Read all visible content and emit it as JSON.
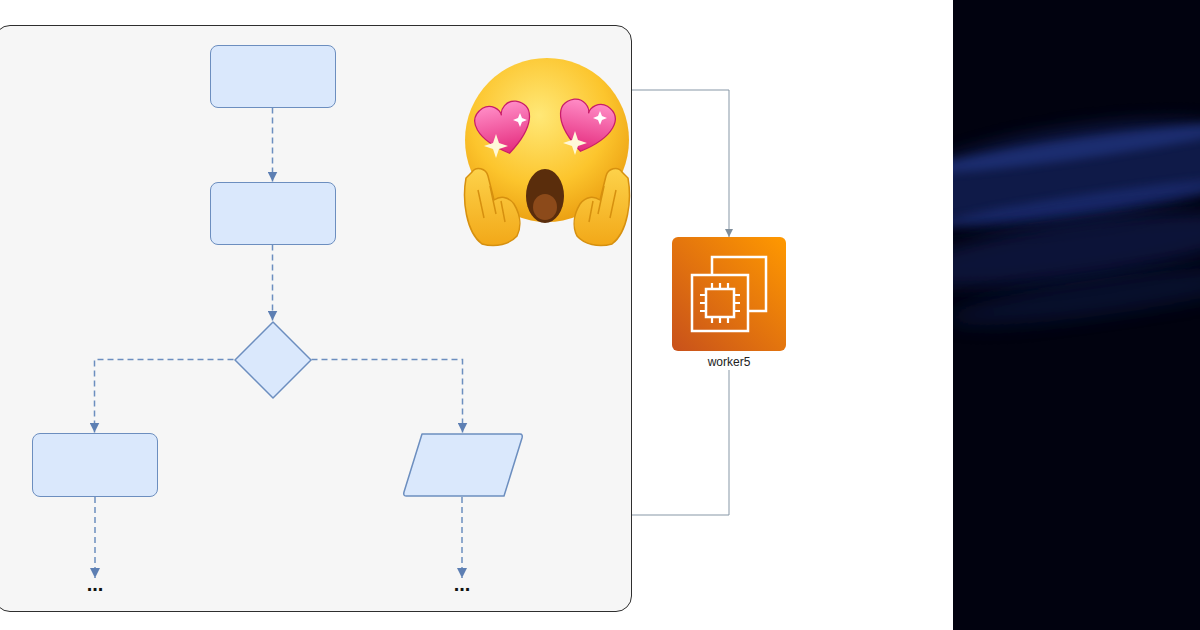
{
  "diagram": {
    "nodes": [
      {
        "text": []
      },
      {
        "text": [],
        "in": 0
      },
      {
        "text": [],
        "in": 0
      },
      {
        "text": [],
        "in": 0
      },
      {
        "text": [],
        "in": 0
      },
      {
        "text": [],
        "in": 0
      },
      {
        "text": [
          "worker5"
        ]
      }
    ],
    "edges": [
      {
        "from": 1,
        "to": 2,
        "arrow": "to"
      },
      {
        "from": 2,
        "to": 3,
        "arrow": "to"
      },
      {
        "from": 3,
        "to": 4,
        "arrow": "to"
      },
      {
        "from": 3,
        "to": 5,
        "arrow": "to"
      },
      {
        "from": 0,
        "to": 6,
        "arrow": "to"
      },
      {
        "from": 6,
        "to": 0,
        "arrow": "none"
      }
    ],
    "labels": [
      "...",
      "..."
    ]
  }
}
